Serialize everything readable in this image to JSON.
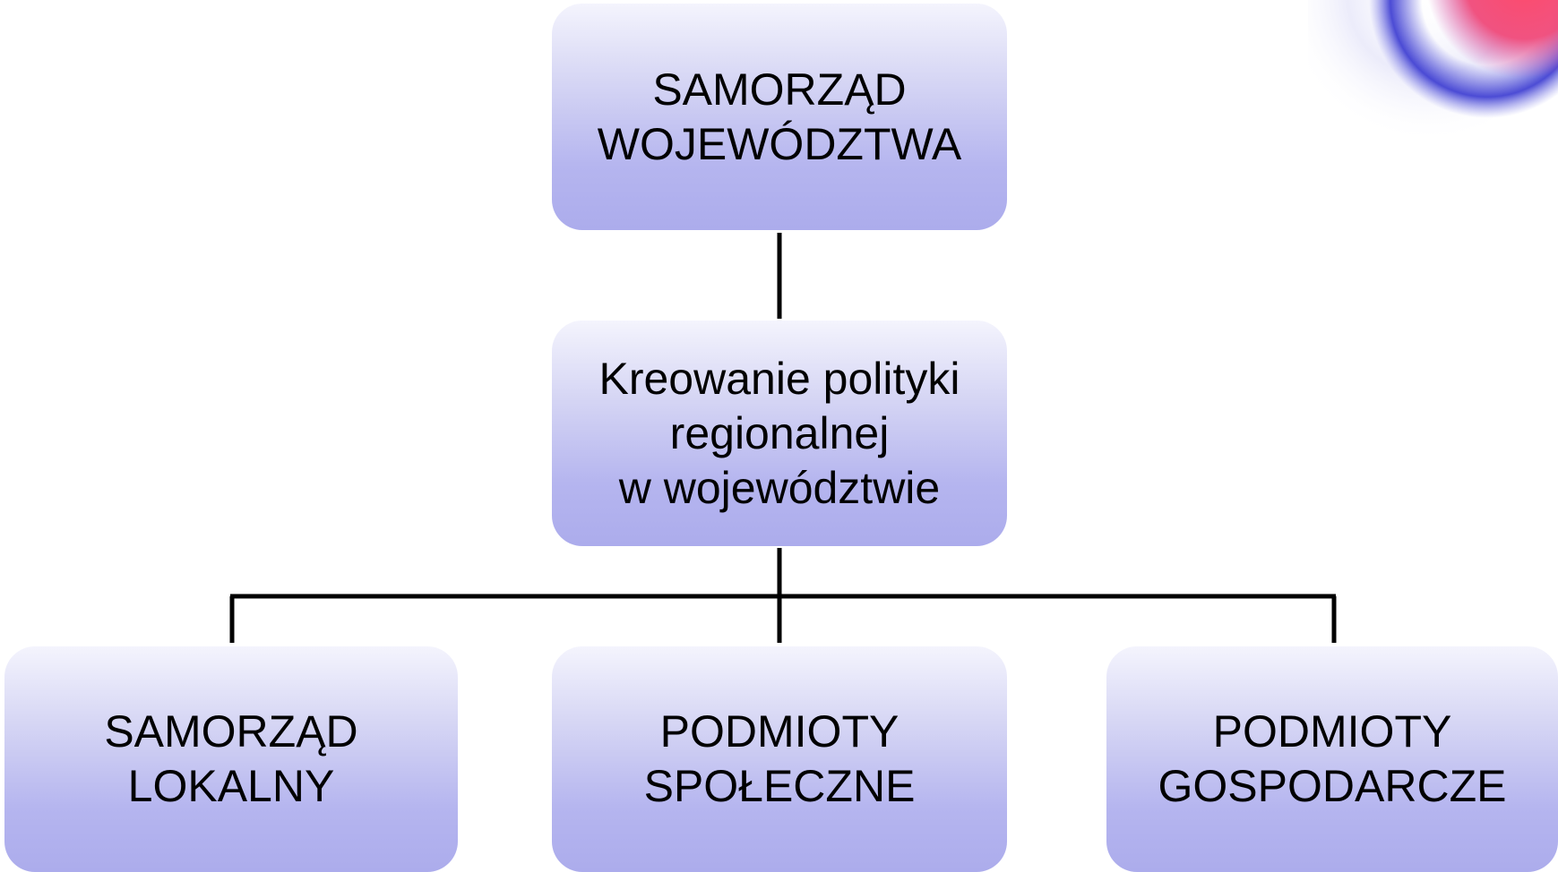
{
  "diagram": {
    "nodes": {
      "top": {
        "lines": [
          "SAMORZĄD",
          "WOJEWÓDZTWA"
        ]
      },
      "middle": {
        "lines": [
          "Kreowanie polityki",
          "regionalnej",
          "w województwie"
        ]
      },
      "left": {
        "lines": [
          "SAMORZĄD",
          "LOKALNY"
        ]
      },
      "center": {
        "lines": [
          "PODMIOTY",
          "SPOŁECZNE"
        ]
      },
      "right": {
        "lines": [
          "PODMIOTY",
          "GOSPODARCZE"
        ]
      }
    },
    "connections": [
      {
        "from": "top",
        "to": "middle"
      },
      {
        "from": "middle",
        "to": "left"
      },
      {
        "from": "middle",
        "to": "center"
      },
      {
        "from": "middle",
        "to": "right"
      }
    ]
  },
  "colors": {
    "node_top": "#f4f4fd",
    "node_bottom": "#acacec",
    "connector": "#000000",
    "text": "#000000"
  }
}
